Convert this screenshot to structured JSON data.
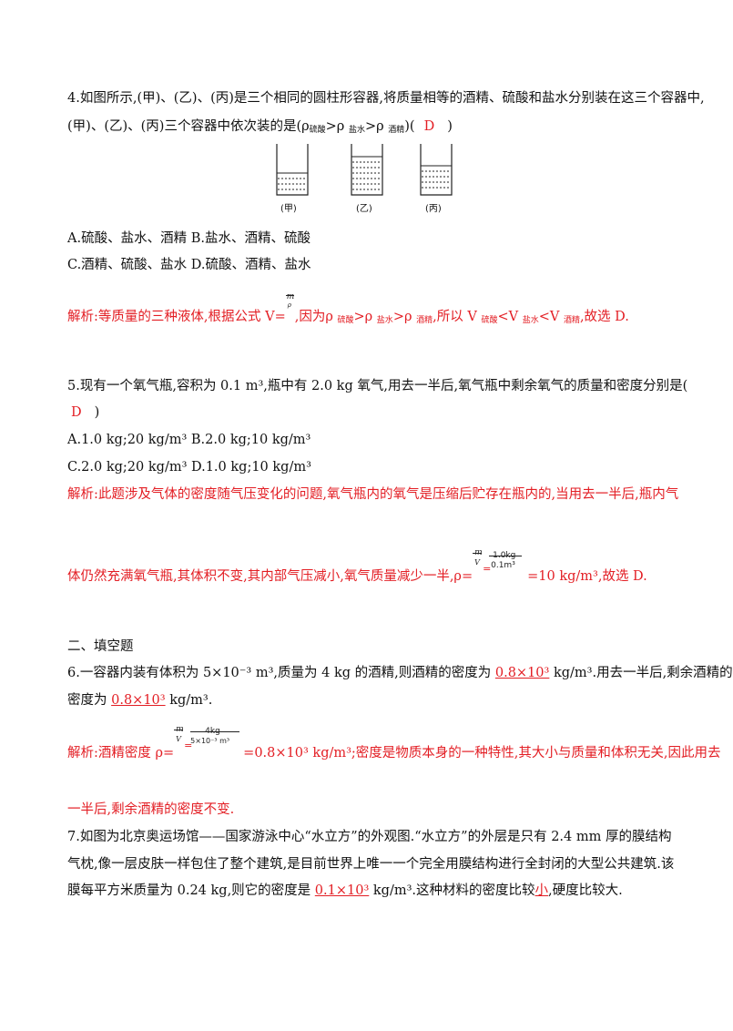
{
  "q4": {
    "line1": "4.如图所示,(甲)、(乙)、(丙)是三个相同的圆柱形容器,将质量相等的酒精、硫酸和盐水分别装在这三个容器中,",
    "line2_pre": "(甲)、(乙)、(丙)三个容器中依次装的是(ρ",
    "sub_a": "硫酸",
    "gt1": ">ρ ",
    "sub_b": "盐水",
    "gt2": ">ρ ",
    "sub_c": "酒精",
    "line2_post": ")(",
    "answer": "D",
    "close": ")",
    "captions": [
      "(甲)",
      "(乙)",
      "(丙)"
    ],
    "optA_B": "A.硫酸、盐水、酒精    B.盐水、酒精、硫酸",
    "optC_D": "C.酒精、硫酸、盐水    D.硫酸、酒精、盐水",
    "exp_pre": "解析:等质量的三种液体,根据公式 V=",
    "frac_num": "m",
    "frac_den": "ρ",
    "exp_mid": ",因为ρ ",
    "exp_s1": "硫酸",
    "exp_g1": ">ρ ",
    "exp_s2": "盐水",
    "exp_g2": ">ρ ",
    "exp_s3": "酒精",
    "exp_mid2": ",所以 V ",
    "exp_v1": "硫酸",
    "exp_l1": "<V ",
    "exp_v2": "盐水",
    "exp_l2": "<V ",
    "exp_v3": "酒精",
    "exp_end": ",故选 D."
  },
  "q5": {
    "line1": "5.现有一个氧气瓶,容积为 0.1 m³,瓶中有 2.0 kg 氧气,用去一半后,氧气瓶中剩余氧气的质量和密度分别是(",
    "answer": "D",
    "close": ")",
    "optA_B": "A.1.0 kg;20 kg/m³  B.2.0 kg;10 kg/m³",
    "optC_D": "C.2.0 kg;20 kg/m³  D.1.0 kg;10 kg/m³",
    "exp1": "解析:此题涉及气体的密度随气压变化的问题,氧气瓶内的氧气是压缩后贮存在瓶内的,当用去一半后,瓶内气",
    "exp2_pre": "体仍然充满氧气瓶,其体积不变,其内部气压减小,氧气质量减少一半,ρ=",
    "f1_num": "m",
    "f1_den": "V",
    "f2_num": "1.0kg",
    "f2_den": "0.1m³",
    "exp2_post": "=10 kg/m³,故选 D."
  },
  "section2": "二、填空题",
  "q6": {
    "line1_pre": "6.一容器内装有体积为 5×10⁻³ m³,质量为 4 kg 的酒精,则酒精的密度为 ",
    "blank1": "0.8×10³",
    "line1_post": " kg/m³.用去一半后,剩余酒精的",
    "line2_pre": "密度为 ",
    "blank2": "0.8×10³",
    "line2_post": " kg/m³.",
    "exp_pre": "解析:酒精密度 ρ=",
    "f1_num": "m",
    "f1_den": "V",
    "f2_num": "4kg",
    "f2_den": "5×10⁻³ m³",
    "exp_post": "=0.8×10³ kg/m³;密度是物质本身的一种特性,其大小与质量和体积无关,因此用去",
    "exp2": "一半后,剩余酒精的密度不变."
  },
  "q7": {
    "line1": "7.如图为北京奥运场馆——国家游泳中心“水立方”的外观图.“水立方”的外层是只有 2.4 mm 厚的膜结构",
    "line2": "气枕,像一层皮肤一样包住了整个建筑,是目前世界上唯一一个完全用膜结构进行全封闭的大型公共建筑.该",
    "line3_pre": "膜每平方米质量为 0.24 kg,则它的密度是 ",
    "blank1": "0.1×10³",
    "line3_mid": " kg/m³.这种材料的密度比较",
    "blank2": "小",
    "line3_post": ",硬度比较大."
  },
  "colors": {
    "answer_red": "#e31e24",
    "text": "#111111"
  }
}
